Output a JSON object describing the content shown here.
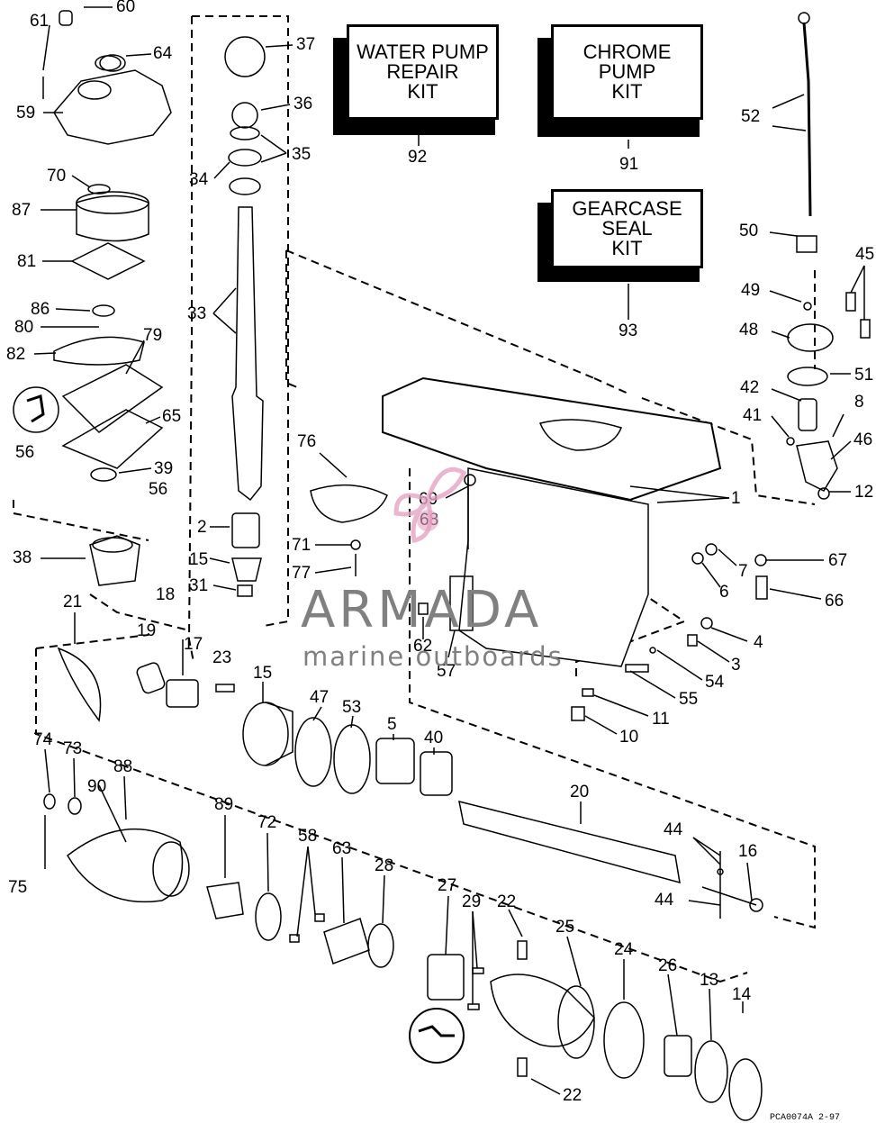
{
  "kits": [
    {
      "label": "WATER PUMP\nREPAIR\nKIT",
      "number": "92"
    },
    {
      "label": "CHROME\nPUMP\nKIT",
      "number": "91"
    },
    {
      "label": "GEARCASE\nSEAL\nKIT",
      "number": "93"
    }
  ],
  "callouts": [
    "60",
    "61",
    "64",
    "59",
    "37",
    "36",
    "35",
    "34",
    "70",
    "87",
    "33",
    "81",
    "86",
    "80",
    "82",
    "79",
    "65",
    "39",
    "56",
    "56",
    "2",
    "15",
    "31",
    "38",
    "21",
    "19",
    "18",
    "17",
    "23",
    "15",
    "47",
    "53",
    "5",
    "40",
    "74",
    "73",
    "88",
    "90",
    "75",
    "89",
    "72",
    "58",
    "63",
    "28",
    "27",
    "29",
    "22",
    "25",
    "24",
    "26",
    "13",
    "14",
    "22",
    "20",
    "44",
    "16",
    "44",
    "52",
    "50",
    "45",
    "49",
    "48",
    "51",
    "42",
    "8",
    "41",
    "46",
    "12",
    "76",
    "69",
    "68",
    "71",
    "77",
    "1",
    "67",
    "7",
    "6",
    "66",
    "62",
    "57",
    "4",
    "3",
    "54",
    "55",
    "11",
    "10"
  ],
  "watermark": {
    "brand": "ARMADA",
    "tagline": "marine outboards"
  },
  "footer_code": "PCA0074A   2-97"
}
